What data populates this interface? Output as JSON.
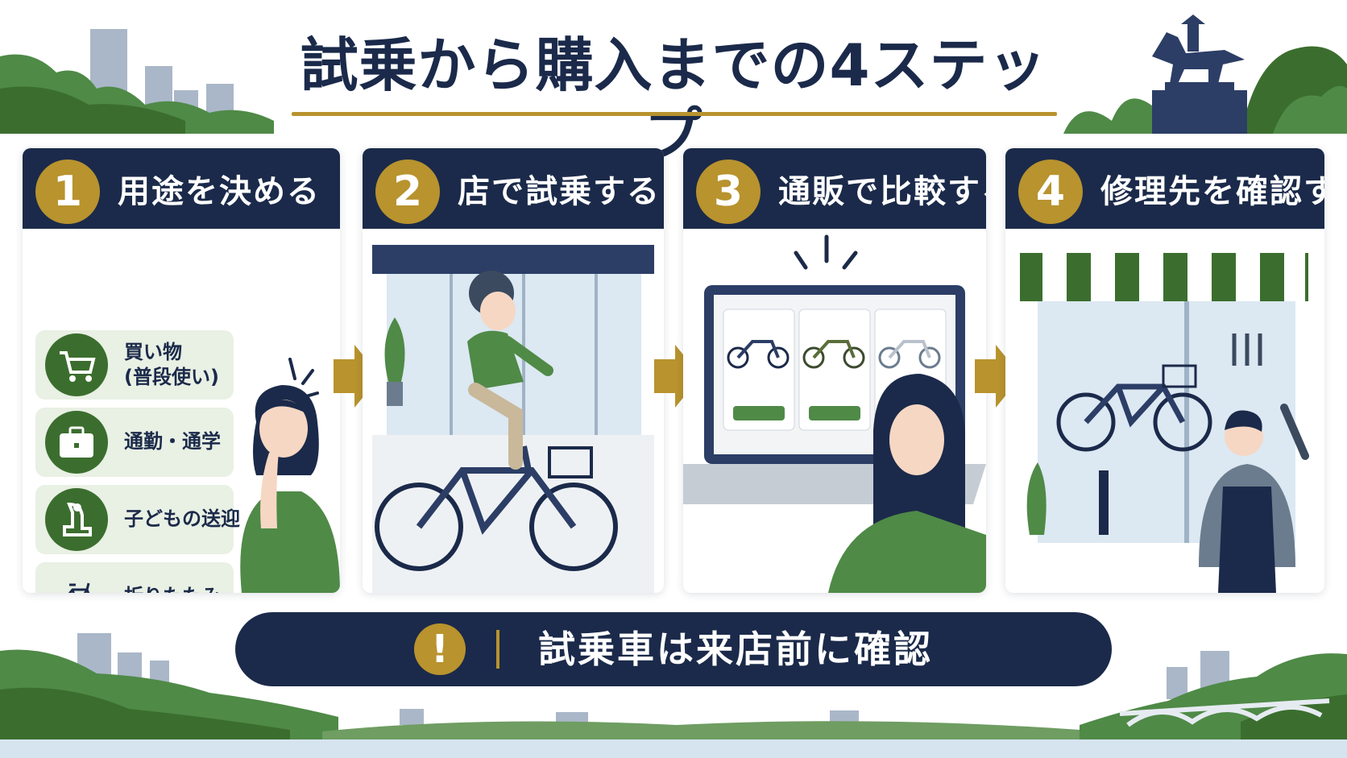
{
  "title": "試乗から購入までの4ステップ",
  "colors": {
    "navy": "#1b2a4a",
    "gold": "#b8932e",
    "green": "#3b6e2e",
    "light_green": "#e9f0e4"
  },
  "steps": [
    {
      "number": "1",
      "title": "用途を決める",
      "uses": [
        {
          "label_line1": "買い物",
          "label_line2": "(普段使い)",
          "icon": "shopping-cart-icon"
        },
        {
          "label_line1": "通勤・通学",
          "icon": "briefcase-icon"
        },
        {
          "label_line1": "子どもの送迎",
          "icon": "child-seat-icon"
        },
        {
          "label_line1": "折りたたみ",
          "icon": "folding-bike-icon"
        }
      ]
    },
    {
      "number": "2",
      "title": "店で試乗する"
    },
    {
      "number": "3",
      "title": "通販で比較する"
    },
    {
      "number": "4",
      "title": "修理先を確認する"
    }
  ],
  "notice": {
    "icon": "!",
    "text": "試乗車は来店前に確認"
  }
}
